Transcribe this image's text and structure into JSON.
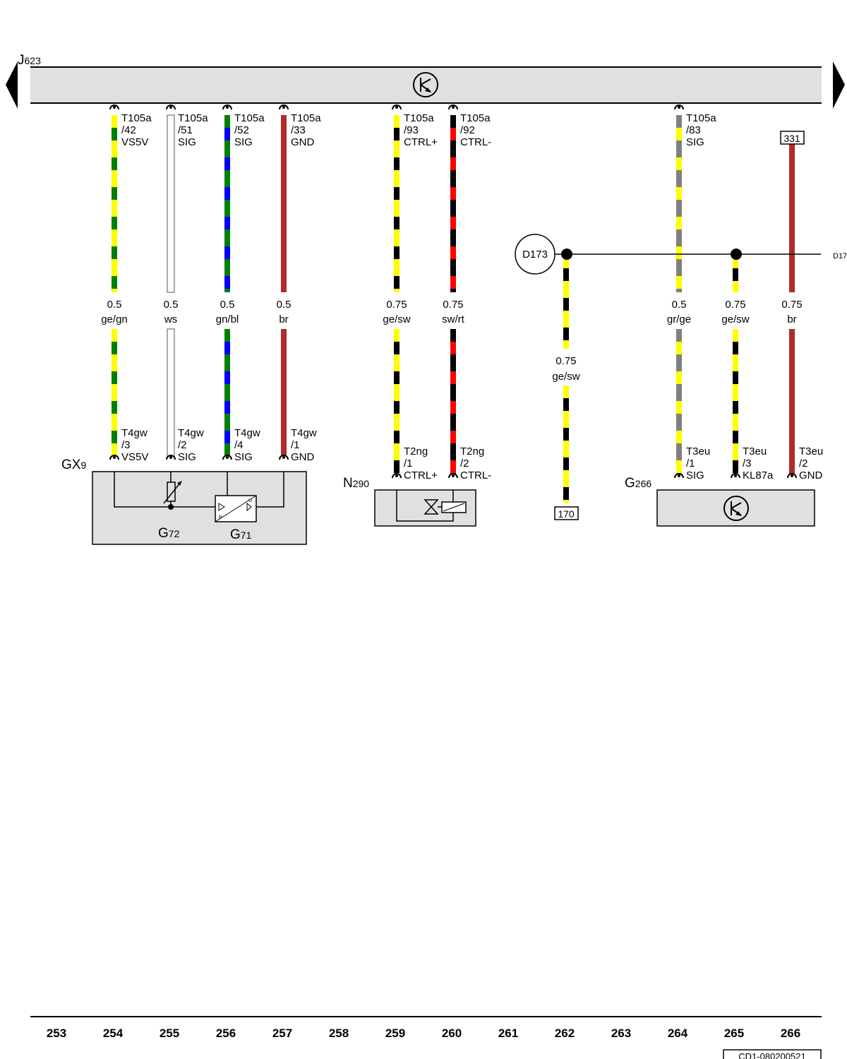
{
  "title": "",
  "components": {
    "j623": {
      "name": "J",
      "sub": "623"
    },
    "gx9": {
      "name": "GX",
      "sub": "9"
    },
    "g72": {
      "name": "G",
      "sub": "72"
    },
    "g71": {
      "name": "G",
      "sub": "71"
    },
    "n290": {
      "name": "N",
      "sub": "290"
    },
    "g266": {
      "name": "G",
      "sub": "266"
    }
  },
  "colors": {
    "ge": "#ffff00",
    "gn": "#008000",
    "bl": "#0000ff",
    "br": "#b22a2a",
    "sw": "#000000",
    "rt": "#ff0000",
    "gr": "#808080",
    "ws": "#ffffff"
  },
  "wires": [
    {
      "col": 254,
      "top": {
        "conn": "T105a",
        "pin": "/42",
        "sig": "VS5V"
      },
      "gauge": "0.5",
      "color": "ge/gn",
      "bottom": {
        "conn": "T4gw",
        "pin": "/3",
        "sig": "VS5V"
      }
    },
    {
      "col": 255,
      "top": {
        "conn": "T105a",
        "pin": "/51",
        "sig": "SIG"
      },
      "gauge": "0.5",
      "color": "ws",
      "bottom": {
        "conn": "T4gw",
        "pin": "/2",
        "sig": "SIG"
      }
    },
    {
      "col": 256,
      "top": {
        "conn": "T105a",
        "pin": "/52",
        "sig": "SIG"
      },
      "gauge": "0.5",
      "color": "gn/bl",
      "bottom": {
        "conn": "T4gw",
        "pin": "/4",
        "sig": "SIG"
      }
    },
    {
      "col": 257,
      "top": {
        "conn": "T105a",
        "pin": "/33",
        "sig": "GND"
      },
      "gauge": "0.5",
      "color": "br",
      "bottom": {
        "conn": "T4gw",
        "pin": "/1",
        "sig": "GND"
      }
    },
    {
      "col": 259,
      "top": {
        "conn": "T105a",
        "pin": "/93",
        "sig": "CTRL+"
      },
      "gauge": "0.75",
      "color": "ge/sw",
      "bottom": {
        "conn": "T2ng",
        "pin": "/1",
        "sig": "CTRL+"
      }
    },
    {
      "col": 260,
      "top": {
        "conn": "T105a",
        "pin": "/92",
        "sig": "CTRL-"
      },
      "gauge": "0.75",
      "color": "sw/rt",
      "bottom": {
        "conn": "T2ng",
        "pin": "/2",
        "sig": "CTRL-"
      }
    },
    {
      "col": 262,
      "top": null,
      "gauge": "0.75",
      "color": "ge/sw",
      "bottom": null
    },
    {
      "col": 264,
      "top": {
        "conn": "T105a",
        "pin": "/83",
        "sig": "SIG"
      },
      "gauge": "0.5",
      "color": "gr/ge",
      "bottom": {
        "conn": "T3eu",
        "pin": "/1",
        "sig": "SIG"
      }
    },
    {
      "col": 265,
      "top": null,
      "gauge": "0.75",
      "color": "ge/sw",
      "bottom": {
        "conn": "T3eu",
        "pin": "/3",
        "sig": "KL87a"
      }
    },
    {
      "col": 266,
      "top": null,
      "gauge": "0.75",
      "color": "br",
      "bottom": {
        "conn": "T3eu",
        "pin": "/2",
        "sig": "GND"
      }
    }
  ],
  "refs": {
    "top_266": "331",
    "bottom_262": "170"
  },
  "ground_point": "D173",
  "ground_point_cut": "D17",
  "columns": [
    "253",
    "254",
    "255",
    "256",
    "257",
    "258",
    "259",
    "260",
    "261",
    "262",
    "263",
    "264",
    "265",
    "266"
  ],
  "drawing_code": "CD1-080200521"
}
